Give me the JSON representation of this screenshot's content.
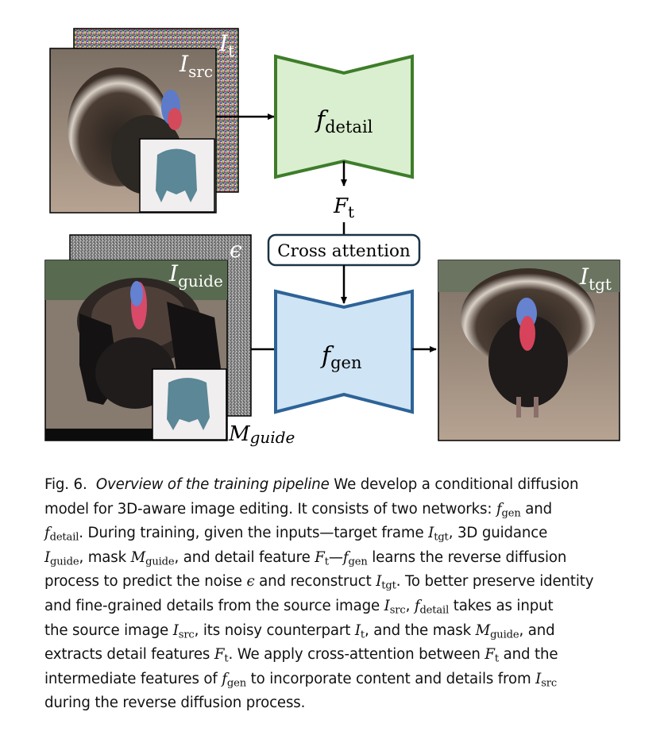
{
  "figure": {
    "labels": {
      "i_t": {
        "base": "I",
        "sub": "t"
      },
      "i_src": {
        "base": "I",
        "sub": "src"
      },
      "f_detail": {
        "base": "f",
        "sub": "detail"
      },
      "F_t": {
        "base": "F",
        "sub": "t"
      },
      "cross_attention": "Cross attention",
      "epsilon": "ϵ",
      "i_guide": {
        "base": "I",
        "sub": "guide"
      },
      "m_guide": {
        "base": "M",
        "sub": "guide"
      },
      "f_gen": {
        "base": "f",
        "sub": "gen"
      },
      "i_tgt": {
        "base": "I",
        "sub": "tgt"
      }
    },
    "colors": {
      "detail_fill": "#d9efcf",
      "detail_stroke": "#3e7d2a",
      "gen_fill": "#cfe4f4",
      "gen_stroke": "#2d6397",
      "arrow": "#000000"
    }
  },
  "caption": {
    "fig_label": "Fig. 6.",
    "title": "Overview of the training pipeline",
    "lines": [
      [
        {
          "t": " We develop a conditional diffusion"
        }
      ],
      [
        {
          "t": "model for 3D-aware image editing. It consists of two networks: "
        },
        {
          "m": "f",
          "s": "gen"
        },
        {
          "t": " and"
        }
      ],
      [
        {
          "m": "f",
          "s": "detail"
        },
        {
          "t": ". During training, given the inputs—target frame "
        },
        {
          "m": "I",
          "s": "tgt"
        },
        {
          "t": ", 3D guidance"
        }
      ],
      [
        {
          "m": "I",
          "s": "guide"
        },
        {
          "t": ", mask "
        },
        {
          "m": "M",
          "s": "guide"
        },
        {
          "t": ", and detail feature "
        },
        {
          "m": "F",
          "s": "t"
        },
        {
          "t": "—"
        },
        {
          "m": "f",
          "s": "gen"
        },
        {
          "t": " learns the reverse diffusion"
        }
      ],
      [
        {
          "t": "process to predict the noise "
        },
        {
          "m": "ϵ"
        },
        {
          "t": " and reconstruct "
        },
        {
          "m": "I",
          "s": "tgt"
        },
        {
          "t": ". To better preserve identity"
        }
      ],
      [
        {
          "t": "and fine-grained details from the source image "
        },
        {
          "m": "I",
          "s": "src"
        },
        {
          "t": ", "
        },
        {
          "m": "f",
          "s": "detail"
        },
        {
          "t": " takes as input"
        }
      ],
      [
        {
          "t": "the source image "
        },
        {
          "m": "I",
          "s": "src"
        },
        {
          "t": ", its noisy counterpart "
        },
        {
          "m": "I",
          "s": "t"
        },
        {
          "t": ", and the mask "
        },
        {
          "m": "M",
          "s": "guide"
        },
        {
          "t": ", and"
        }
      ],
      [
        {
          "t": "extracts detail features "
        },
        {
          "m": "F",
          "s": "t"
        },
        {
          "t": ". We apply cross-attention between "
        },
        {
          "m": "F",
          "s": "t"
        },
        {
          "t": " and the"
        }
      ],
      [
        {
          "t": "intermediate features of "
        },
        {
          "m": "f",
          "s": "gen"
        },
        {
          "t": " to incorporate content and details from "
        },
        {
          "m": "I",
          "s": "src"
        }
      ],
      [
        {
          "t": "during the reverse diffusion process."
        }
      ]
    ]
  }
}
